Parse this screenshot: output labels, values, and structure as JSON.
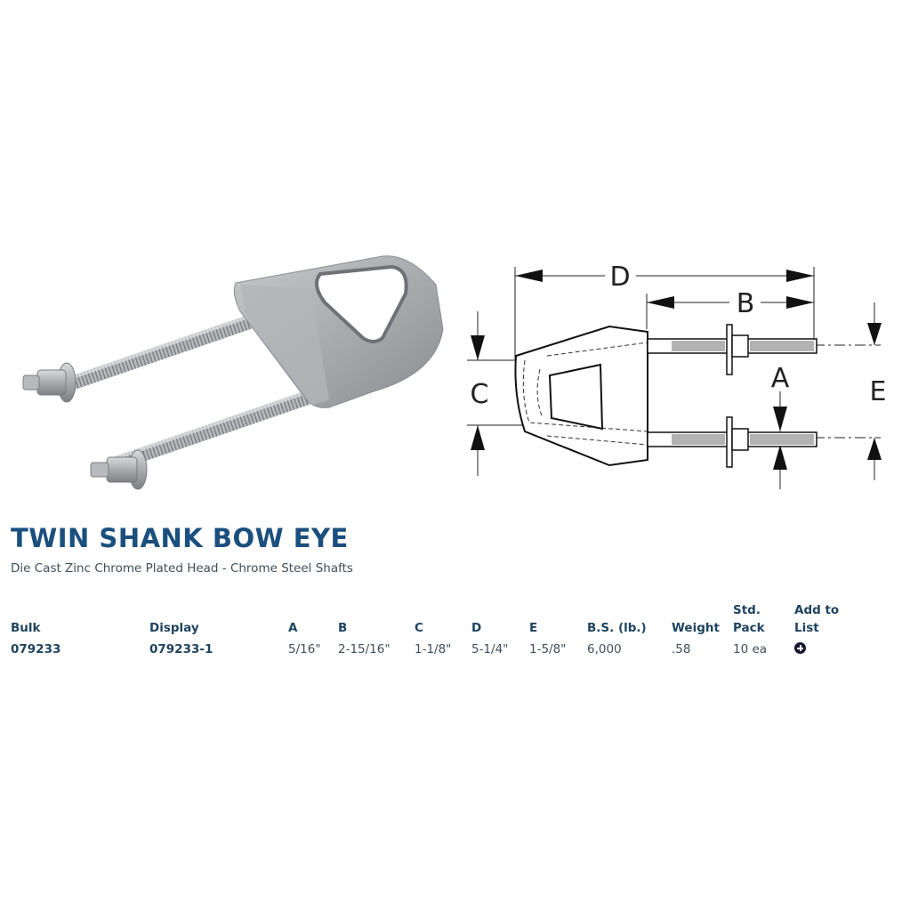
{
  "product": {
    "title": "TWIN SHANK BOW EYE",
    "subtitle": "Die Cast Zinc Chrome Plated Head - Chrome Steel Shafts",
    "title_color": "#1b4f7e"
  },
  "images": {
    "photo": "twin-shank-bow-eye-photo",
    "diagram": "dimension-diagram"
  },
  "diagram": {
    "labels": [
      "D",
      "B",
      "C",
      "A",
      "E"
    ]
  },
  "spec_table": {
    "headers": {
      "bulk": "Bulk",
      "display": "Display",
      "a": "A",
      "b": "B",
      "c": "C",
      "d": "D",
      "e": "E",
      "bs": "B.S. (lb.)",
      "weight": "Weight",
      "std_pack_1": "Std.",
      "std_pack_2": "Pack",
      "add_1": "Add to",
      "add_2": "List"
    },
    "rows": [
      {
        "bulk": "079233",
        "display": "079233-1",
        "a": "5/16\"",
        "b": "2-15/16\"",
        "c": "1-1/8\"",
        "d": "5-1/4\"",
        "e": "1-5/8\"",
        "bs": "6,000",
        "weight": ".58",
        "std_pack": "10 ea",
        "add_icon": "plus-circle-icon"
      }
    ]
  }
}
